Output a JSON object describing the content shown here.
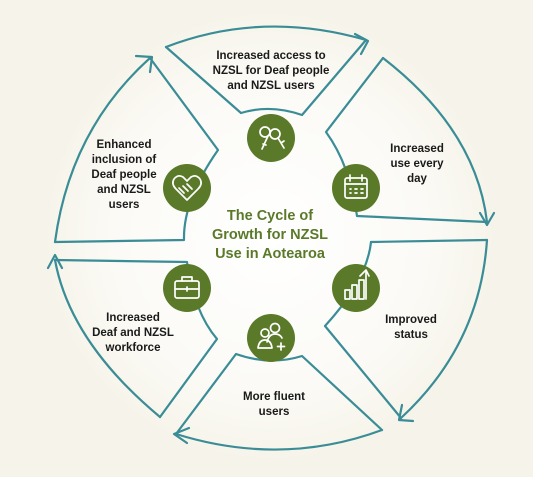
{
  "diagram": {
    "title": "The Cycle of\nGrowth for NZSL\nUse in Aotearoa",
    "colors": {
      "background": "#f6f4ea",
      "arrow": "#3a8c96",
      "node": "#5a7a2a",
      "title": "#5a7a2a",
      "text": "#1a1a1a"
    },
    "nodes": [
      {
        "label": "Increased access to\nNZSL for Deaf people\nand NZSL users",
        "icon": "key-icon"
      },
      {
        "label": "Increased\nuse every\nday",
        "icon": "calendar-icon"
      },
      {
        "label": "Improved\nstatus",
        "icon": "bar-chart-up-icon"
      },
      {
        "label": "More fluent\nusers",
        "icon": "users-add-icon"
      },
      {
        "label": "Increased\nDeaf and NZSL\nworkforce",
        "icon": "briefcase-icon"
      },
      {
        "label": "Enhanced\ninclusion of\nDeaf people\nand NZSL\nusers",
        "icon": "handshake-heart-icon"
      }
    ]
  }
}
